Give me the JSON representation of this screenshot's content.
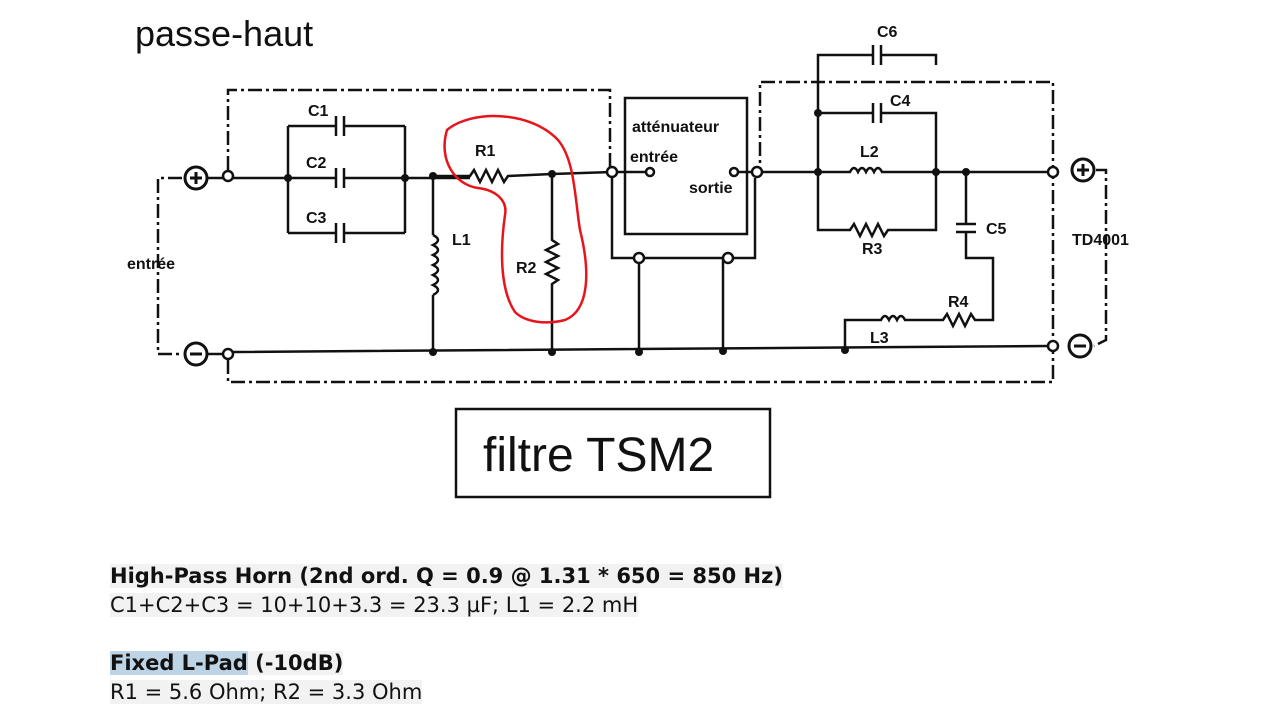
{
  "diagram": {
    "title": "passe-haut",
    "filter_name": "filtre TSM2",
    "input_label": "entrée",
    "driver_label": "TD4001",
    "attenuator": {
      "title": "atténuateur",
      "in_label": "entrée",
      "out_label": "sortie"
    },
    "components": {
      "c1": "C1",
      "c2": "C2",
      "c3": "C3",
      "l1": "L1",
      "r1": "R1",
      "r2": "R2",
      "c4": "C4",
      "c5": "C5",
      "c6": "C6",
      "l2": "L2",
      "l3": "L3",
      "r3": "R3",
      "r4": "R4"
    },
    "highlight_color": "#e8141c"
  },
  "notes": {
    "hp_heading": "High-Pass Horn (2nd ord. Q = 0.9 @ 1.31 * 650 = 850 Hz)",
    "hp_values": "C1+C2+C3 = 10+10+3.3 = 23.3 µF; L1 = 2.2 mH",
    "lpad_heading_highlight": "Fixed L-Pad",
    "lpad_heading_rest": " (-10dB)",
    "lpad_values": "R1 = 5.6 Ohm; R2 = 3.3 Ohm"
  }
}
